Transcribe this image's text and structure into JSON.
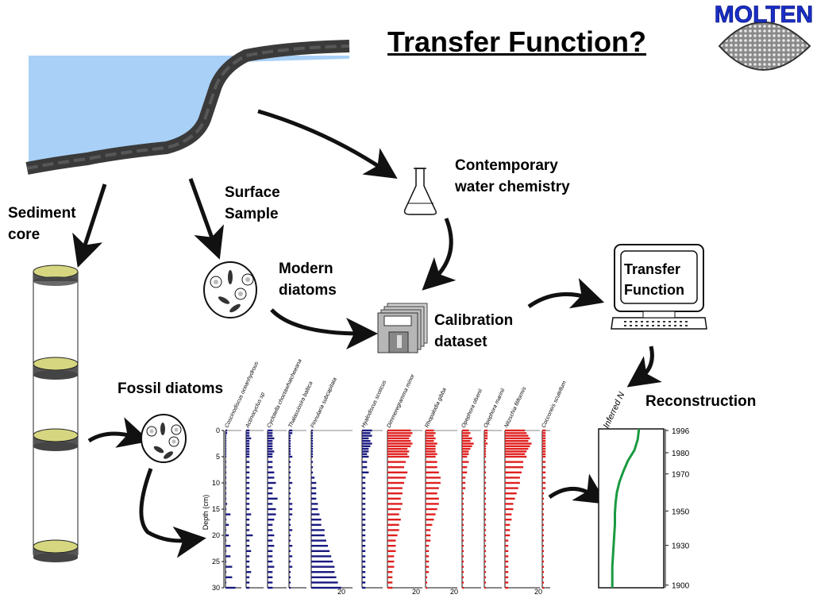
{
  "title": "Transfer Function?",
  "logo_text": "MOLTEN",
  "labels": {
    "sediment_core": [
      "Sediment",
      "core"
    ],
    "surface_sample": [
      "Surface",
      "Sample"
    ],
    "contemporary": [
      "Contemporary",
      "water chemistry"
    ],
    "modern_diatoms": [
      "Modern",
      "diatoms"
    ],
    "calibration": [
      "Calibration",
      "dataset"
    ],
    "transfer_function": [
      "Transfer",
      "Function"
    ],
    "fossil_diatoms": "Fossil diatoms",
    "reconstruction": "Reconstruction"
  },
  "colors": {
    "water": "#a9d0f7",
    "shore": "#404040",
    "blue_bars": "#1a1a80",
    "red_bars": "#e02020",
    "line": "#1a9a40",
    "core_cap": "#d6d680"
  },
  "chart_data": [
    {
      "type": "bar",
      "ylabel": "Depth (cm)",
      "yticks": [
        0,
        5,
        10,
        15,
        20,
        25,
        30
      ],
      "xtick_label": "20",
      "depths": [
        0,
        0.5,
        1,
        1.5,
        2,
        2.5,
        3,
        3.5,
        4,
        4.5,
        5,
        6,
        7,
        8,
        9,
        10,
        11,
        12,
        13,
        14,
        15,
        16,
        17,
        18,
        19,
        20,
        21,
        22,
        23,
        24,
        25,
        26,
        27,
        28,
        29,
        30
      ],
      "series": [
        {
          "name": "Coscinodiscus oceanhydrous",
          "color": "blue",
          "values": [
            1,
            1,
            0.5,
            0.5,
            0.5,
            0.5,
            0.5,
            0.5,
            0.5,
            0.5,
            0.5,
            0.5,
            0.5,
            0.5,
            0.5,
            0.5,
            0.5,
            0.5,
            0.5,
            1,
            0.5,
            3,
            0.5,
            2,
            0.5,
            2,
            0.5,
            3,
            0.5,
            3,
            0.5,
            4,
            0.5,
            4,
            0.5,
            6
          ]
        },
        {
          "name": "Actinocyclus sp",
          "color": "blue",
          "values": [
            2,
            2,
            2,
            3,
            2,
            2,
            2,
            2,
            2,
            2,
            2,
            2,
            2,
            2,
            2,
            2,
            2,
            2,
            2,
            2,
            2,
            3,
            2,
            2,
            2,
            4,
            2,
            2,
            3,
            2,
            2,
            2,
            3,
            2,
            2,
            2
          ]
        },
        {
          "name": "Cyclotella choctawhatcheeana",
          "color": "blue",
          "values": [
            3,
            3,
            3,
            4,
            3,
            3,
            3,
            3,
            4,
            3,
            3,
            3,
            3,
            4,
            4,
            5,
            3,
            3,
            6,
            3,
            5,
            5,
            4,
            3,
            3,
            4,
            3,
            4,
            3,
            3,
            3,
            4,
            3,
            3,
            3,
            3
          ]
        },
        {
          "name": "Thalassiosira baltica",
          "color": "blue",
          "values": [
            2,
            2,
            1,
            1,
            1,
            1,
            1,
            1,
            1,
            1,
            2,
            1,
            1,
            1,
            1,
            2,
            1,
            1,
            1,
            2,
            2,
            2,
            1,
            1,
            2,
            1,
            1,
            2,
            1,
            2,
            1,
            2,
            1,
            1,
            1,
            1
          ]
        },
        {
          "name": "Pinnularia subcapitata",
          "color": "blue",
          "values": [
            1,
            1,
            1,
            1,
            1,
            1,
            1,
            1,
            1,
            1,
            1,
            1,
            1,
            1,
            2,
            3,
            3,
            3,
            3,
            4,
            4,
            5,
            6,
            6,
            8,
            8,
            9,
            10,
            11,
            12,
            13,
            14,
            14,
            15,
            16,
            18
          ]
        },
        {
          "name": "Hyalodiscus scoticus",
          "color": "blue",
          "values": [
            6,
            5,
            6,
            4,
            5,
            6,
            5,
            4,
            4,
            3,
            4,
            3,
            3,
            4,
            2,
            2,
            2,
            2,
            2,
            2,
            2,
            2,
            2,
            2,
            2,
            2,
            2,
            2,
            2,
            2,
            2,
            2,
            2,
            2,
            2,
            2
          ]
        },
        {
          "name": "Dimmeregramma minor",
          "color": "red",
          "values": [
            14,
            15,
            14,
            13,
            14,
            15,
            14,
            12,
            13,
            12,
            13,
            11,
            10,
            12,
            11,
            10,
            9,
            9,
            8,
            9,
            8,
            7,
            8,
            7,
            7,
            6,
            5,
            5,
            5,
            4,
            4,
            4,
            3,
            3,
            3,
            3
          ]
        },
        {
          "name": "Rhopalodia gibba",
          "color": "red",
          "values": [
            5,
            6,
            5,
            6,
            5,
            7,
            6,
            6,
            6,
            7,
            6,
            7,
            7,
            8,
            9,
            9,
            8,
            7,
            8,
            8,
            7,
            6,
            5,
            4,
            3,
            3,
            3,
            2,
            2,
            2,
            2,
            2,
            2,
            1,
            1,
            1
          ]
        },
        {
          "name": "Opephora olsenii",
          "color": "red",
          "values": [
            4,
            5,
            4,
            6,
            5,
            7,
            6,
            5,
            4,
            4,
            3,
            4,
            3,
            3,
            2,
            2,
            2,
            1,
            1,
            1,
            1,
            1,
            1,
            1,
            1,
            1,
            1,
            1,
            1,
            1,
            1,
            1,
            1,
            1,
            1,
            1
          ]
        },
        {
          "name": "Opephora marinii",
          "color": "red",
          "values": [
            2,
            2,
            2,
            2,
            1,
            2,
            1,
            1,
            1,
            1,
            1,
            1,
            1,
            1,
            1,
            1,
            1,
            1,
            1,
            1,
            1,
            1,
            1,
            1,
            1,
            1,
            1,
            1,
            1,
            1,
            1,
            1,
            1,
            1,
            1,
            1
          ]
        },
        {
          "name": "Nitzschia filiformis",
          "color": "red",
          "values": [
            12,
            13,
            14,
            15,
            14,
            16,
            15,
            14,
            13,
            12,
            13,
            11,
            11,
            10,
            9,
            9,
            8,
            7,
            6,
            5,
            5,
            4,
            4,
            3,
            3,
            3,
            2,
            2,
            2,
            2,
            2,
            2,
            2,
            2,
            2,
            2
          ]
        },
        {
          "name": "Cocconeis scutellum",
          "color": "red",
          "values": [
            2,
            2,
            2,
            2,
            2,
            2,
            2,
            2,
            2,
            2,
            2,
            2,
            2,
            2,
            2,
            2,
            2,
            1,
            1,
            1,
            1,
            1,
            1,
            1,
            1,
            1,
            1,
            1,
            1,
            1,
            1,
            1,
            1,
            1,
            1,
            1
          ]
        }
      ]
    },
    {
      "type": "line",
      "xlabel": "Inferred N",
      "years": [
        "1996",
        "1980",
        "1970",
        "1950",
        "1930",
        "1900"
      ],
      "year_positions_depth": [
        0.3,
        4.5,
        8.5,
        15.5,
        22,
        29.5
      ],
      "depths": [
        0,
        2,
        4,
        6,
        8,
        10,
        12,
        14,
        16,
        18,
        20,
        22,
        24,
        26,
        28,
        30
      ],
      "values": [
        0.62,
        0.6,
        0.55,
        0.45,
        0.38,
        0.32,
        0.28,
        0.26,
        0.25,
        0.25,
        0.24,
        0.23,
        0.22,
        0.21,
        0.21,
        0.21
      ]
    }
  ]
}
